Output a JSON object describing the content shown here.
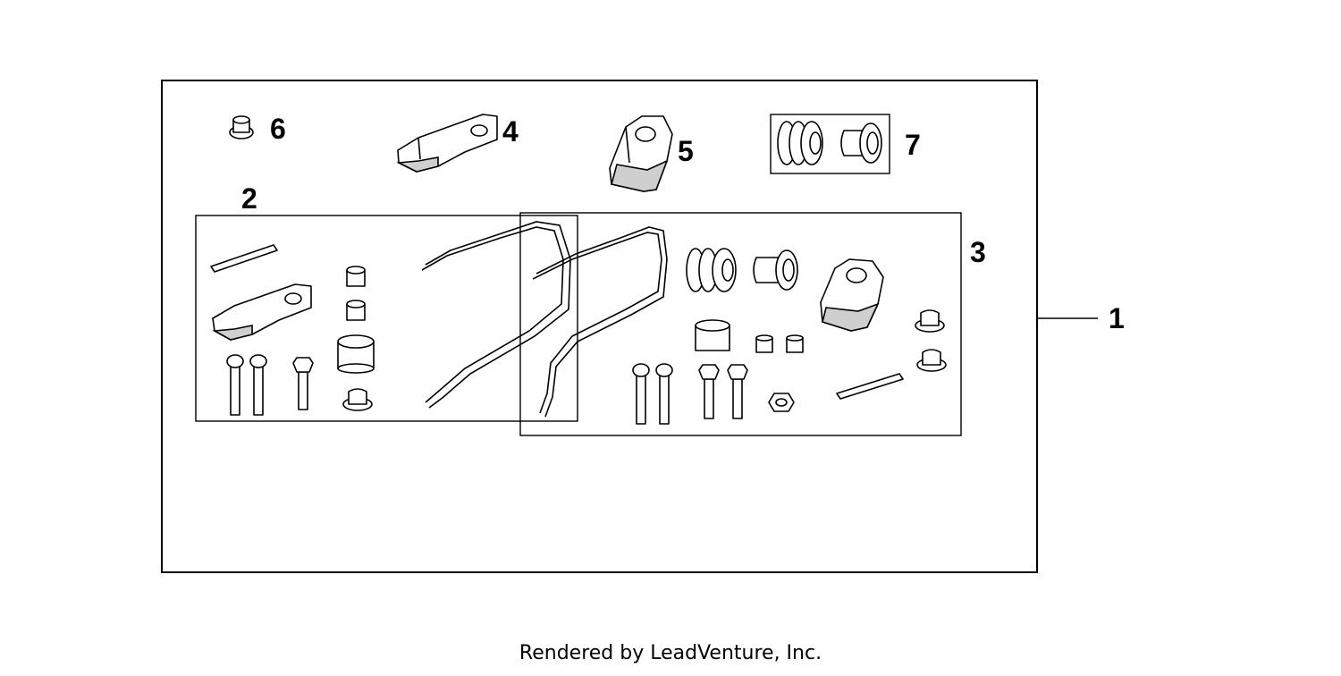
{
  "callouts": {
    "c1": "1",
    "c2": "2",
    "c3": "3",
    "c4": "4",
    "c5": "5",
    "c6": "6",
    "c7": "7"
  },
  "footer": "Rendered by LeadVenture, Inc."
}
